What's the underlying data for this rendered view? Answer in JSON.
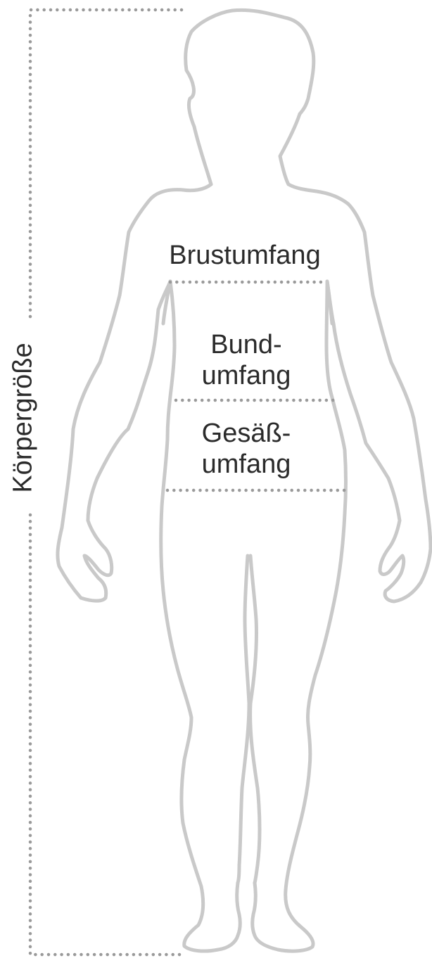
{
  "labels": {
    "height": "Körpergröße",
    "chest": "Brustumfang",
    "waist": "Bund-\numfang",
    "hip": "Gesäß-\numfang"
  },
  "colors": {
    "outline": "#c9c9c9",
    "dots": "#9a9a9a",
    "text": "#2b2b2b"
  }
}
